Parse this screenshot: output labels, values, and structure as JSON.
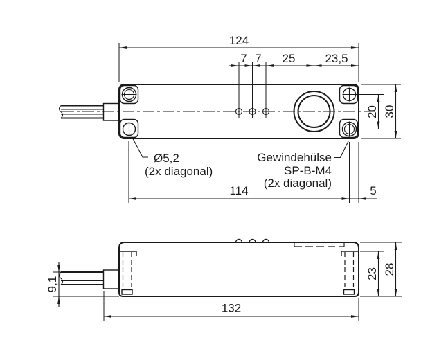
{
  "top_view": {
    "dims": {
      "overall_length": "124",
      "hole_pitch_a": "7",
      "hole_pitch_b": "7",
      "holes_to_lens": "25",
      "lens_to_edge": "23,5",
      "screw_pitch_vertical": "20",
      "overall_width": "30",
      "screw_pitch_horizontal": "114",
      "screw_to_edge": "5"
    },
    "callouts": {
      "hole": {
        "line1": "Ø5,2",
        "line2": "(2x diagonal)"
      },
      "sleeve": {
        "line1": "Gewindehülse",
        "line2": "SP-B-M4",
        "line3": "(2x diagonal)"
      }
    }
  },
  "side_view": {
    "dims": {
      "overall_length": "132",
      "body_height": "23",
      "overall_height": "28",
      "cable_offset": "9,1"
    }
  },
  "colors": {
    "line": "#1a1a1a",
    "background": "#ffffff"
  }
}
